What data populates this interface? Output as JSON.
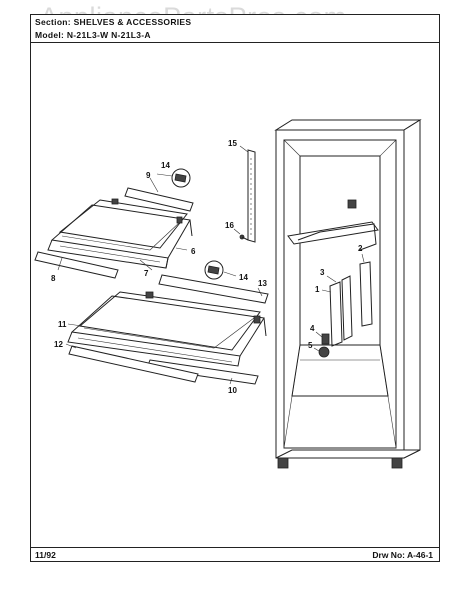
{
  "header": {
    "section_line": "Section: SHELVES & ACCESSORIES",
    "model_line": "Model: N-21L3-W  N-21L3-A"
  },
  "watermark": "AppliancePartsPros.com",
  "footer": {
    "date": "11/92",
    "drawing_number": "Drw No:  A-46-1"
  },
  "callouts": [
    {
      "id": "c14a",
      "label": "14"
    },
    {
      "id": "c9",
      "label": "9"
    },
    {
      "id": "c15",
      "label": "15"
    },
    {
      "id": "c16",
      "label": "16"
    },
    {
      "id": "c6",
      "label": "6"
    },
    {
      "id": "c7",
      "label": "7"
    },
    {
      "id": "c8",
      "label": "8"
    },
    {
      "id": "c14b",
      "label": "14"
    },
    {
      "id": "c13",
      "label": "13"
    },
    {
      "id": "c11",
      "label": "11"
    },
    {
      "id": "c12",
      "label": "12"
    },
    {
      "id": "c10",
      "label": "10"
    },
    {
      "id": "c2",
      "label": "2"
    },
    {
      "id": "c3",
      "label": "3"
    },
    {
      "id": "c1",
      "label": "1"
    },
    {
      "id": "c4",
      "label": "4"
    },
    {
      "id": "c5",
      "label": "5"
    }
  ]
}
